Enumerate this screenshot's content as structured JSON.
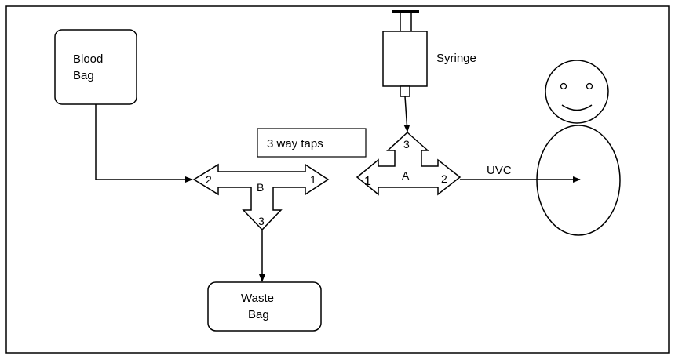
{
  "colors": {
    "stroke": "#000000",
    "background": "#ffffff"
  },
  "blood_bag": {
    "line1": "Blood",
    "line2": "Bag"
  },
  "waste_bag": {
    "line1": "Waste",
    "line2": "Bag"
  },
  "syringe": {
    "label": "Syringe"
  },
  "taps_label": "3 way taps",
  "tap_b": {
    "name": "B",
    "port1": "1",
    "port2": "2",
    "port3": "3"
  },
  "tap_a": {
    "name": "A",
    "port1": "1",
    "port2": "2",
    "port3": "3"
  },
  "uvc_label": "UVC",
  "patient": {
    "face_icon": "smiley-face-icon"
  }
}
